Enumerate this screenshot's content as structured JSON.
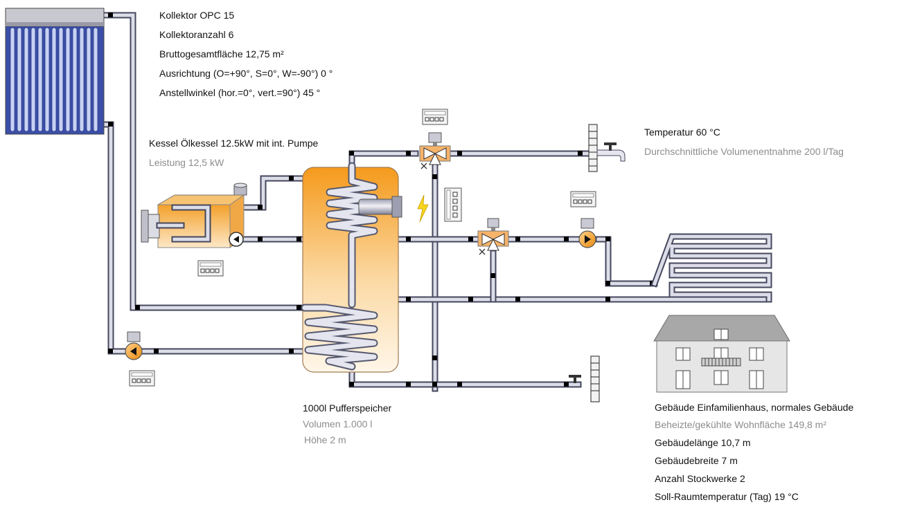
{
  "collector": {
    "lines": [
      "Kollektor OPC 15",
      "Kollektoranzahl 6",
      "Bruttogesamtfläche 12,75 m²",
      "Ausrichtung (O=+90°, S=0°, W=-90°) 0 °",
      "Anstellwinkel (hor.=0°, vert.=90°) 45 °"
    ]
  },
  "boiler": {
    "title": "Kessel Ölkessel 12.5kW mit int. Pumpe",
    "power": "Leistung 12,5 kW"
  },
  "hot_water": {
    "temperature": "Temperatur 60 °C",
    "consumption": "Durchschnittliche Volumenentnahme 200 l/Tag"
  },
  "tank": {
    "title": "1000l Pufferspeicher",
    "volume": "Volumen 1.000 l",
    "height": "Höhe 2 m"
  },
  "building": {
    "title": "Gebäude Einfamilienhaus, normales Gebäude",
    "area": "Beheizte/gekühlte Wohnfläche 149,8 m²",
    "length": "Gebäudelänge 10,7 m",
    "width": "Gebäudebreite 7 m",
    "floors": "Anzahl Stockwerke 2",
    "room_temp": "Soll-Raumtemperatur (Tag) 19 °C"
  },
  "colors": {
    "pipe": "#44465c",
    "tank_top": "#f59a1c",
    "tank_bottom": "#fff6e8",
    "pump": "#f39a1e",
    "lightning": "#f7d51d"
  }
}
